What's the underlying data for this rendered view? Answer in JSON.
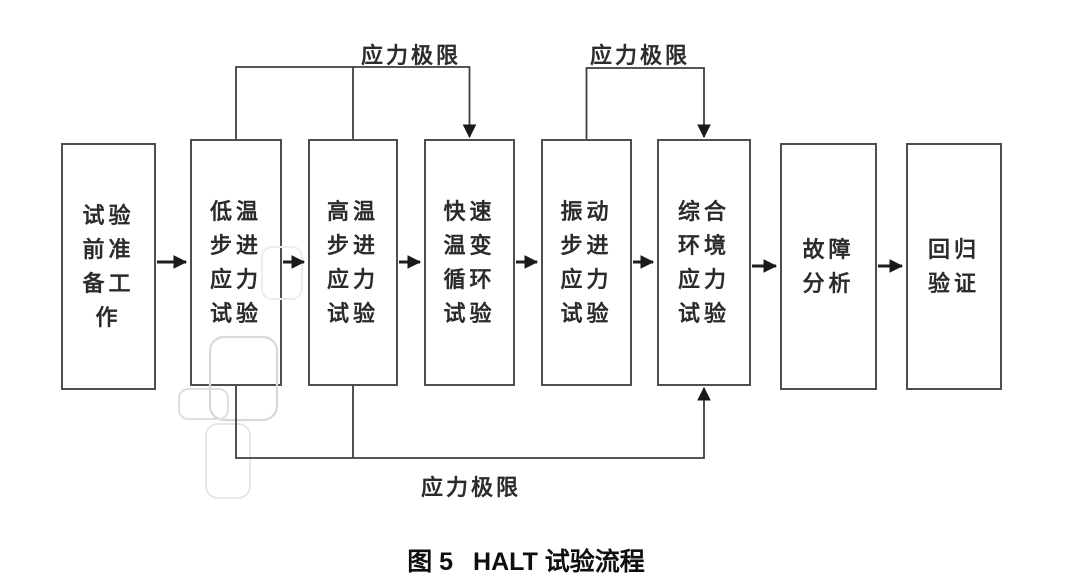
{
  "figure": {
    "caption_prefix": "图 5",
    "caption_title": "HALT 试验流程"
  },
  "annotations": {
    "stress_limit_top_left": "应力极限",
    "stress_limit_top_right": "应力极限",
    "stress_limit_bottom": "应力极限"
  },
  "flow": {
    "boxes": [
      {
        "id": "prep",
        "label": "试验\n前准\n备工\n作"
      },
      {
        "id": "low-temp-step",
        "label": "低温\n步进\n应力\n试验"
      },
      {
        "id": "high-temp-step",
        "label": "高温\n步进\n应力\n试验"
      },
      {
        "id": "rapid-thermal-cycle",
        "label": "快速\n温变\n循环\n试验"
      },
      {
        "id": "vibration-step",
        "label": "振动\n步进\n应力\n试验"
      },
      {
        "id": "combined-env-stress",
        "label": "综合\n环境\n应力\n试验"
      },
      {
        "id": "failure-analysis",
        "label": "故障\n分析"
      },
      {
        "id": "regression-verify",
        "label": "回归\n验证"
      }
    ]
  },
  "colors": {
    "background": "#ffffff",
    "box_border": "#4e4e4e",
    "connector_line": "#3e3e3e",
    "arrow_fill": "#1a1a1a",
    "box_text": "#2b2b2b",
    "caption_text": "#0f0f0f",
    "watermark": "#dcdcdc"
  }
}
